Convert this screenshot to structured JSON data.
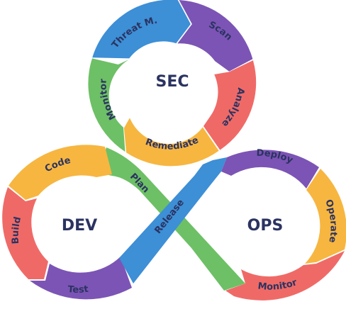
{
  "colors": {
    "blue": "#3d8fd6",
    "purple": "#7c54b5",
    "red": "#ef6a67",
    "orange": "#f7b640",
    "green": "#6dc065",
    "label": "#2b3361"
  },
  "sec": {
    "title": "SEC",
    "segments": [
      {
        "label": "Threat M.",
        "color": "blue"
      },
      {
        "label": "Scan",
        "color": "purple"
      },
      {
        "label": "Analyze",
        "color": "red"
      },
      {
        "label": "Remediate",
        "color": "orange"
      },
      {
        "label": "Monitor",
        "color": "green"
      }
    ]
  },
  "dev": {
    "title": "DEV",
    "segments": [
      {
        "label": "Code",
        "color": "orange"
      },
      {
        "label": "Build",
        "color": "red"
      },
      {
        "label": "Test",
        "color": "purple"
      },
      {
        "label": "Plan",
        "color": "green"
      },
      {
        "label": "Release",
        "color": "blue"
      }
    ]
  },
  "ops": {
    "title": "OPS",
    "segments": [
      {
        "label": "Deploy",
        "color": "purple"
      },
      {
        "label": "Operate",
        "color": "orange"
      },
      {
        "label": "Monitor",
        "color": "red"
      }
    ]
  }
}
